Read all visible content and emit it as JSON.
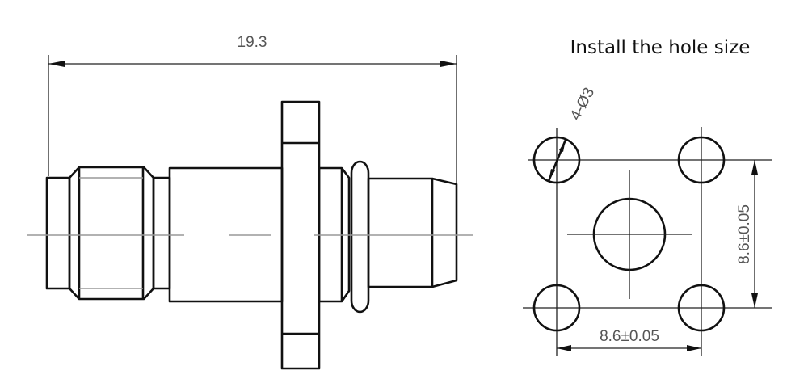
{
  "side_view": {
    "overall_length_label": "19.3"
  },
  "hole_pattern": {
    "title": "Install the hole size",
    "hole_callout": "4-Ø3",
    "vertical_spacing_label": "8.6±0.05",
    "horizontal_spacing_label": "8.6±0.05"
  },
  "colors": {
    "line": "#111111",
    "center_line": "#999999",
    "dimension_text": "#555555"
  }
}
